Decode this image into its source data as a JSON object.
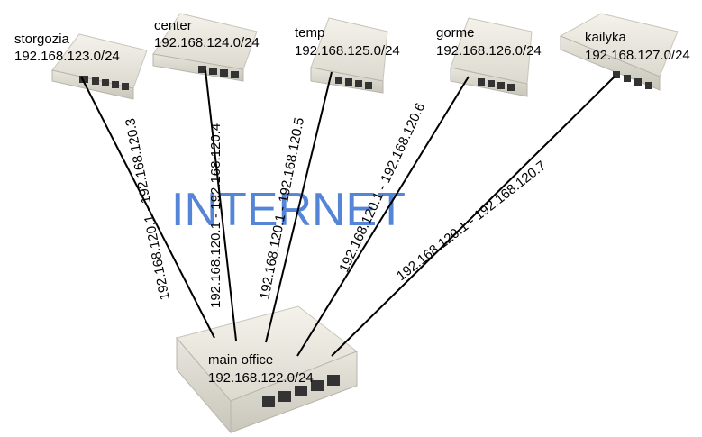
{
  "title": "INTERNET",
  "nodes": [
    {
      "id": "storgozia",
      "name": "storgozia",
      "subnet": "192.168.123.0/24"
    },
    {
      "id": "center",
      "name": "center",
      "subnet": "192.168.124.0/24"
    },
    {
      "id": "temp",
      "name": "temp",
      "subnet": "192.168.125.0/24"
    },
    {
      "id": "gorme",
      "name": "gorme",
      "subnet": "192.168.126.0/24"
    },
    {
      "id": "kailyka",
      "name": "kailyka",
      "subnet": "192.168.127.0/24"
    },
    {
      "id": "main-office",
      "name": "main office",
      "subnet": "192.168.122.0/24"
    }
  ],
  "links": [
    {
      "from": "storgozia",
      "to": "main-office",
      "label": "192.168.120.1 - 192.168.120.3"
    },
    {
      "from": "center",
      "to": "main-office",
      "label": "192.168.120.1 - 192.168.120.4"
    },
    {
      "from": "temp",
      "to": "main-office",
      "label": "192.168.120.1 - 192.168.120.5"
    },
    {
      "from": "gorme",
      "to": "main-office",
      "label": "192.168.120.1 - 192.168.120.6"
    },
    {
      "from": "kailyka",
      "to": "main-office",
      "label": "192.168.120.1 - 192.168.120.7"
    }
  ]
}
